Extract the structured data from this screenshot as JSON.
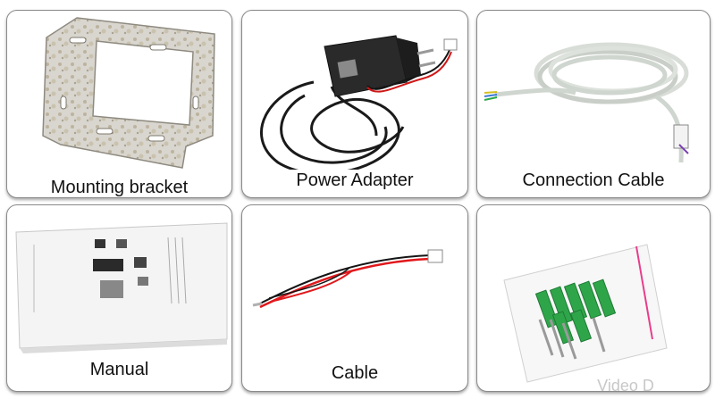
{
  "items": [
    {
      "label": "Mounting bracket",
      "icon": "mounting-bracket"
    },
    {
      "label": "Power Adapter",
      "icon": "power-adapter"
    },
    {
      "label": "Connection Cable",
      "icon": "connection-cable"
    },
    {
      "label": "Manual",
      "icon": "manual"
    },
    {
      "label": "Cable",
      "icon": "cable"
    },
    {
      "label": "",
      "icon": "screw-kit-bag"
    }
  ],
  "watermark": "Video D",
  "colors": {
    "card_border": "#8a8a8a",
    "wire_red": "#e0181c",
    "wire_black": "#151515",
    "anchor_green": "#2fa54a"
  }
}
